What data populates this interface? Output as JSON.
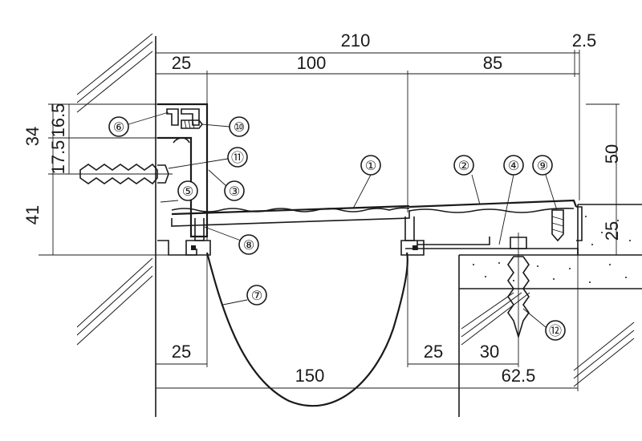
{
  "dimensions": {
    "overall_top": "210",
    "top_right_small": "2.5",
    "top_left": "25",
    "top_middle": "100",
    "top_right": "85",
    "left_34": "34",
    "left_16_5": "16.5",
    "left_17_5": "17.5",
    "left_41": "41",
    "right_50": "50",
    "right_25": "25",
    "bottom_left_25": "25",
    "bottom_mid_25": "25",
    "bottom_30": "30",
    "bottom_150": "150",
    "bottom_62_5": "62.5"
  },
  "callouts": [
    {
      "id": "1",
      "label": "①"
    },
    {
      "id": "2",
      "label": "②"
    },
    {
      "id": "3",
      "label": "③"
    },
    {
      "id": "4",
      "label": "④"
    },
    {
      "id": "5",
      "label": "⑤"
    },
    {
      "id": "6",
      "label": "⑥"
    },
    {
      "id": "7",
      "label": "⑦"
    },
    {
      "id": "8",
      "label": "⑧"
    },
    {
      "id": "9",
      "label": "⑨"
    },
    {
      "id": "10",
      "label": "⑩"
    },
    {
      "id": "11",
      "label": "⑪"
    },
    {
      "id": "12",
      "label": "⑫"
    }
  ]
}
